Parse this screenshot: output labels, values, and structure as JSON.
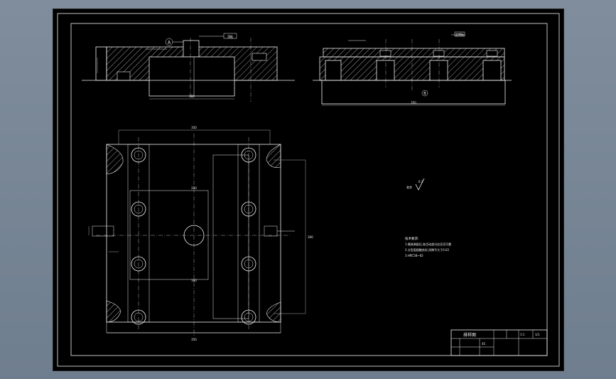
{
  "title_block": {
    "drawing_name": "排样图",
    "material": "45",
    "cells": [
      "1:1",
      "1/1"
    ]
  },
  "notes": {
    "heading": "技术要求:",
    "lines": [
      "1.模具装配后,各活动部分应灵活可靠",
      "2.分型面接触良好,间隙不大于0.02",
      "3.HRC58~62"
    ]
  },
  "roughness": {
    "label": "其余",
    "value": "6.3"
  },
  "front_view": {
    "callout": "A",
    "tag": "顶板",
    "dim_bottom": "180"
  },
  "side_view": {
    "tag": "定模板",
    "dim_bottom": "350",
    "callout": "B"
  },
  "plan_view": {
    "dim_top": "350",
    "dim_right": "300",
    "dim_bottom": "350",
    "dim_mid": "200",
    "dim_mid_lower": "180"
  }
}
